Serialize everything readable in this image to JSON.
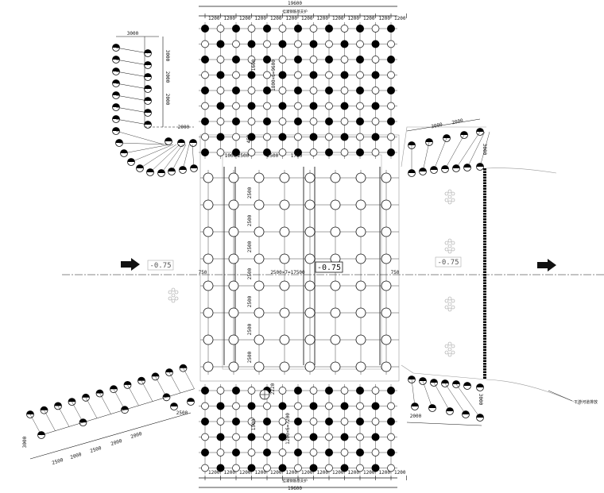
{
  "dims": {
    "top_total": "19600",
    "bottom_total": "19600",
    "top_sub": "1200",
    "bottom_sub": "1200",
    "top_caption": "挂灌钢筋基支护",
    "bottom_caption": "挂灌钢筋基支护",
    "top_vert": "1800×6=9600",
    "bottom_vert": "1200×6=7200",
    "mid_vert": "2500",
    "row_1000": "1000",
    "row_2500a": "2500",
    "row_2500b": "2500",
    "row_1750": "1750",
    "span_label": "2500×7=17500",
    "side_750a": "750",
    "side_750b": "750",
    "left_3000": "3000",
    "left_2000": "2000",
    "left_v_3000": "3000",
    "left_v_2000a": "2000",
    "left_v_2000b": "2000",
    "right_2000a": "2000",
    "right_2000b": "2000",
    "right_v_3000": "3000",
    "br_2000": "2000",
    "br_3000": "3000",
    "bl_2500": "2500",
    "bl_3000": "3000",
    "bl_seq": [
      "2500",
      "2000",
      "2500",
      "2000",
      "2000"
    ],
    "stub_2220": "2220",
    "top_450": "450",
    "k15": "1500",
    "l600": "1600"
  },
  "elevations": {
    "center": "-0.75",
    "left": "-0.75",
    "right": "-0.75"
  },
  "notes": {
    "discharge": "下游河道排放"
  },
  "colors": {
    "line": "#111111",
    "grid": "#444444",
    "faint": "#9a9a9a",
    "pile_fill": "#000000"
  }
}
